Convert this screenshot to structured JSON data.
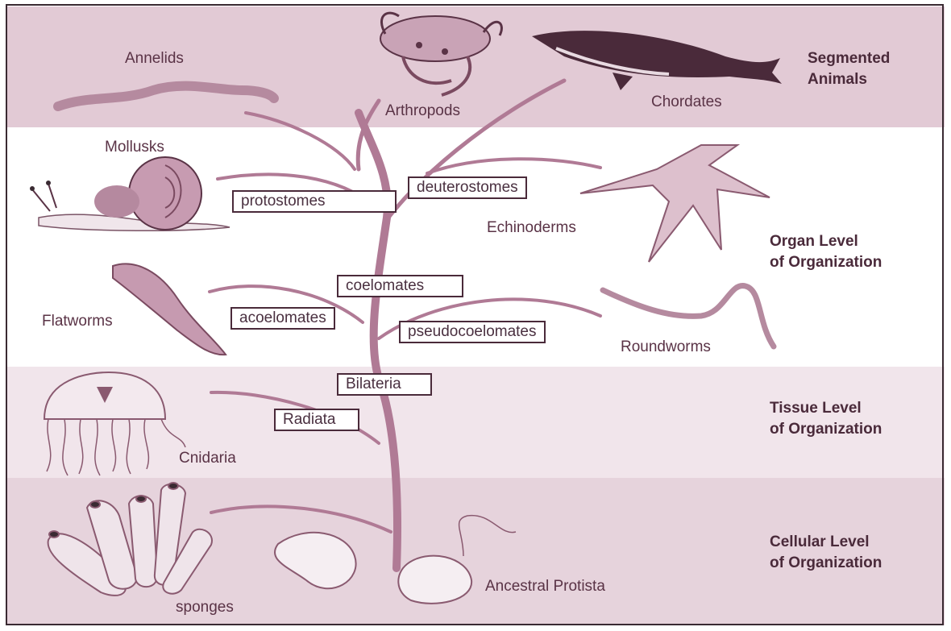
{
  "levels": {
    "segmented": [
      "Segmented",
      "Animals"
    ],
    "organ": [
      "Organ Level",
      "of Organization"
    ],
    "tissue": [
      "Tissue Level",
      "of Organization"
    ],
    "cellular": [
      "Cellular Level",
      "of Organization"
    ]
  },
  "organisms": {
    "annelids": "Annelids",
    "arthropods": "Arthropods",
    "chordates": "Chordates",
    "mollusks": "Mollusks",
    "echinoderms": "Echinoderms",
    "flatworms": "Flatworms",
    "roundworms": "Roundworms",
    "cnidaria": "Cnidaria",
    "sponges": "sponges",
    "ancestral_protista": "Ancestral Protista"
  },
  "clades": {
    "protostomes": "protostomes",
    "deuterostomes": "deuterostomes",
    "coelomates": "coelomates",
    "acoelomates": "acoelomates",
    "pseudocoelomates": "pseudocoelomates",
    "bilateria": "Bilateria",
    "radiata": "Radiata"
  },
  "colors": {
    "segmented_band": "#e2cad5",
    "tissue_band": "#f1e5eb",
    "cellular_band": "#e6d3dc",
    "tree": "#b07a95",
    "ink": "#4a2a3a"
  }
}
